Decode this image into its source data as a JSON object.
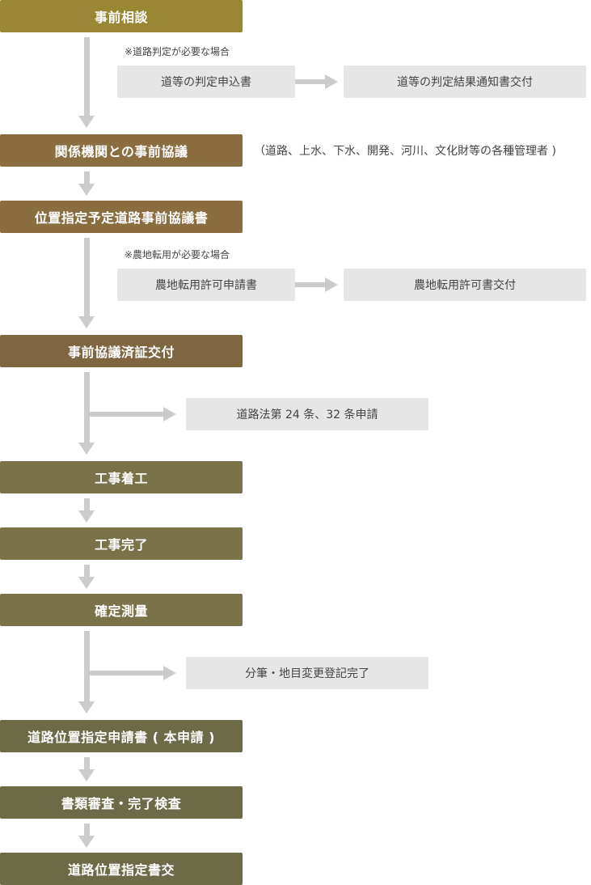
{
  "colors": {
    "step_gold": "#9a8736",
    "step_brown": "#8b6e40",
    "step_dark_brown": "#7e6641",
    "step_olive": "#7a7248",
    "step_dark_olive": "#6d6a47",
    "side_box": "#e6e6e6",
    "connector": "#cccccc"
  },
  "steps": [
    {
      "label": "事前相談"
    },
    {
      "label": "関係機関との事前協議"
    },
    {
      "label": "位置指定予定道路事前協議書"
    },
    {
      "label": "事前協議済証交付"
    },
    {
      "label": "工事着工"
    },
    {
      "label": "工事完了"
    },
    {
      "label": "確定測量"
    },
    {
      "label": "道路位置指定申請書 ( 本申請 )"
    },
    {
      "label": "書類審査・完了検査"
    },
    {
      "label": "道路位置指定書交"
    }
  ],
  "branches": {
    "road_judgement": {
      "note": "※道路判定が必要な場合",
      "request": "道等の判定申込書",
      "result": "道等の判定結果通知書交付"
    },
    "agricultural": {
      "note": "※農地転用が必要な場合",
      "request": "農地転用許可申請書",
      "result": "農地転用許可書交付"
    },
    "road_act": {
      "label": "道路法第 24 条、32 条申請"
    },
    "parcel": {
      "label": "分筆・地目変更登記完了"
    }
  },
  "consult_parties": "（道路、上水、下水、開発、河川、文化財等の各種管理者 )"
}
